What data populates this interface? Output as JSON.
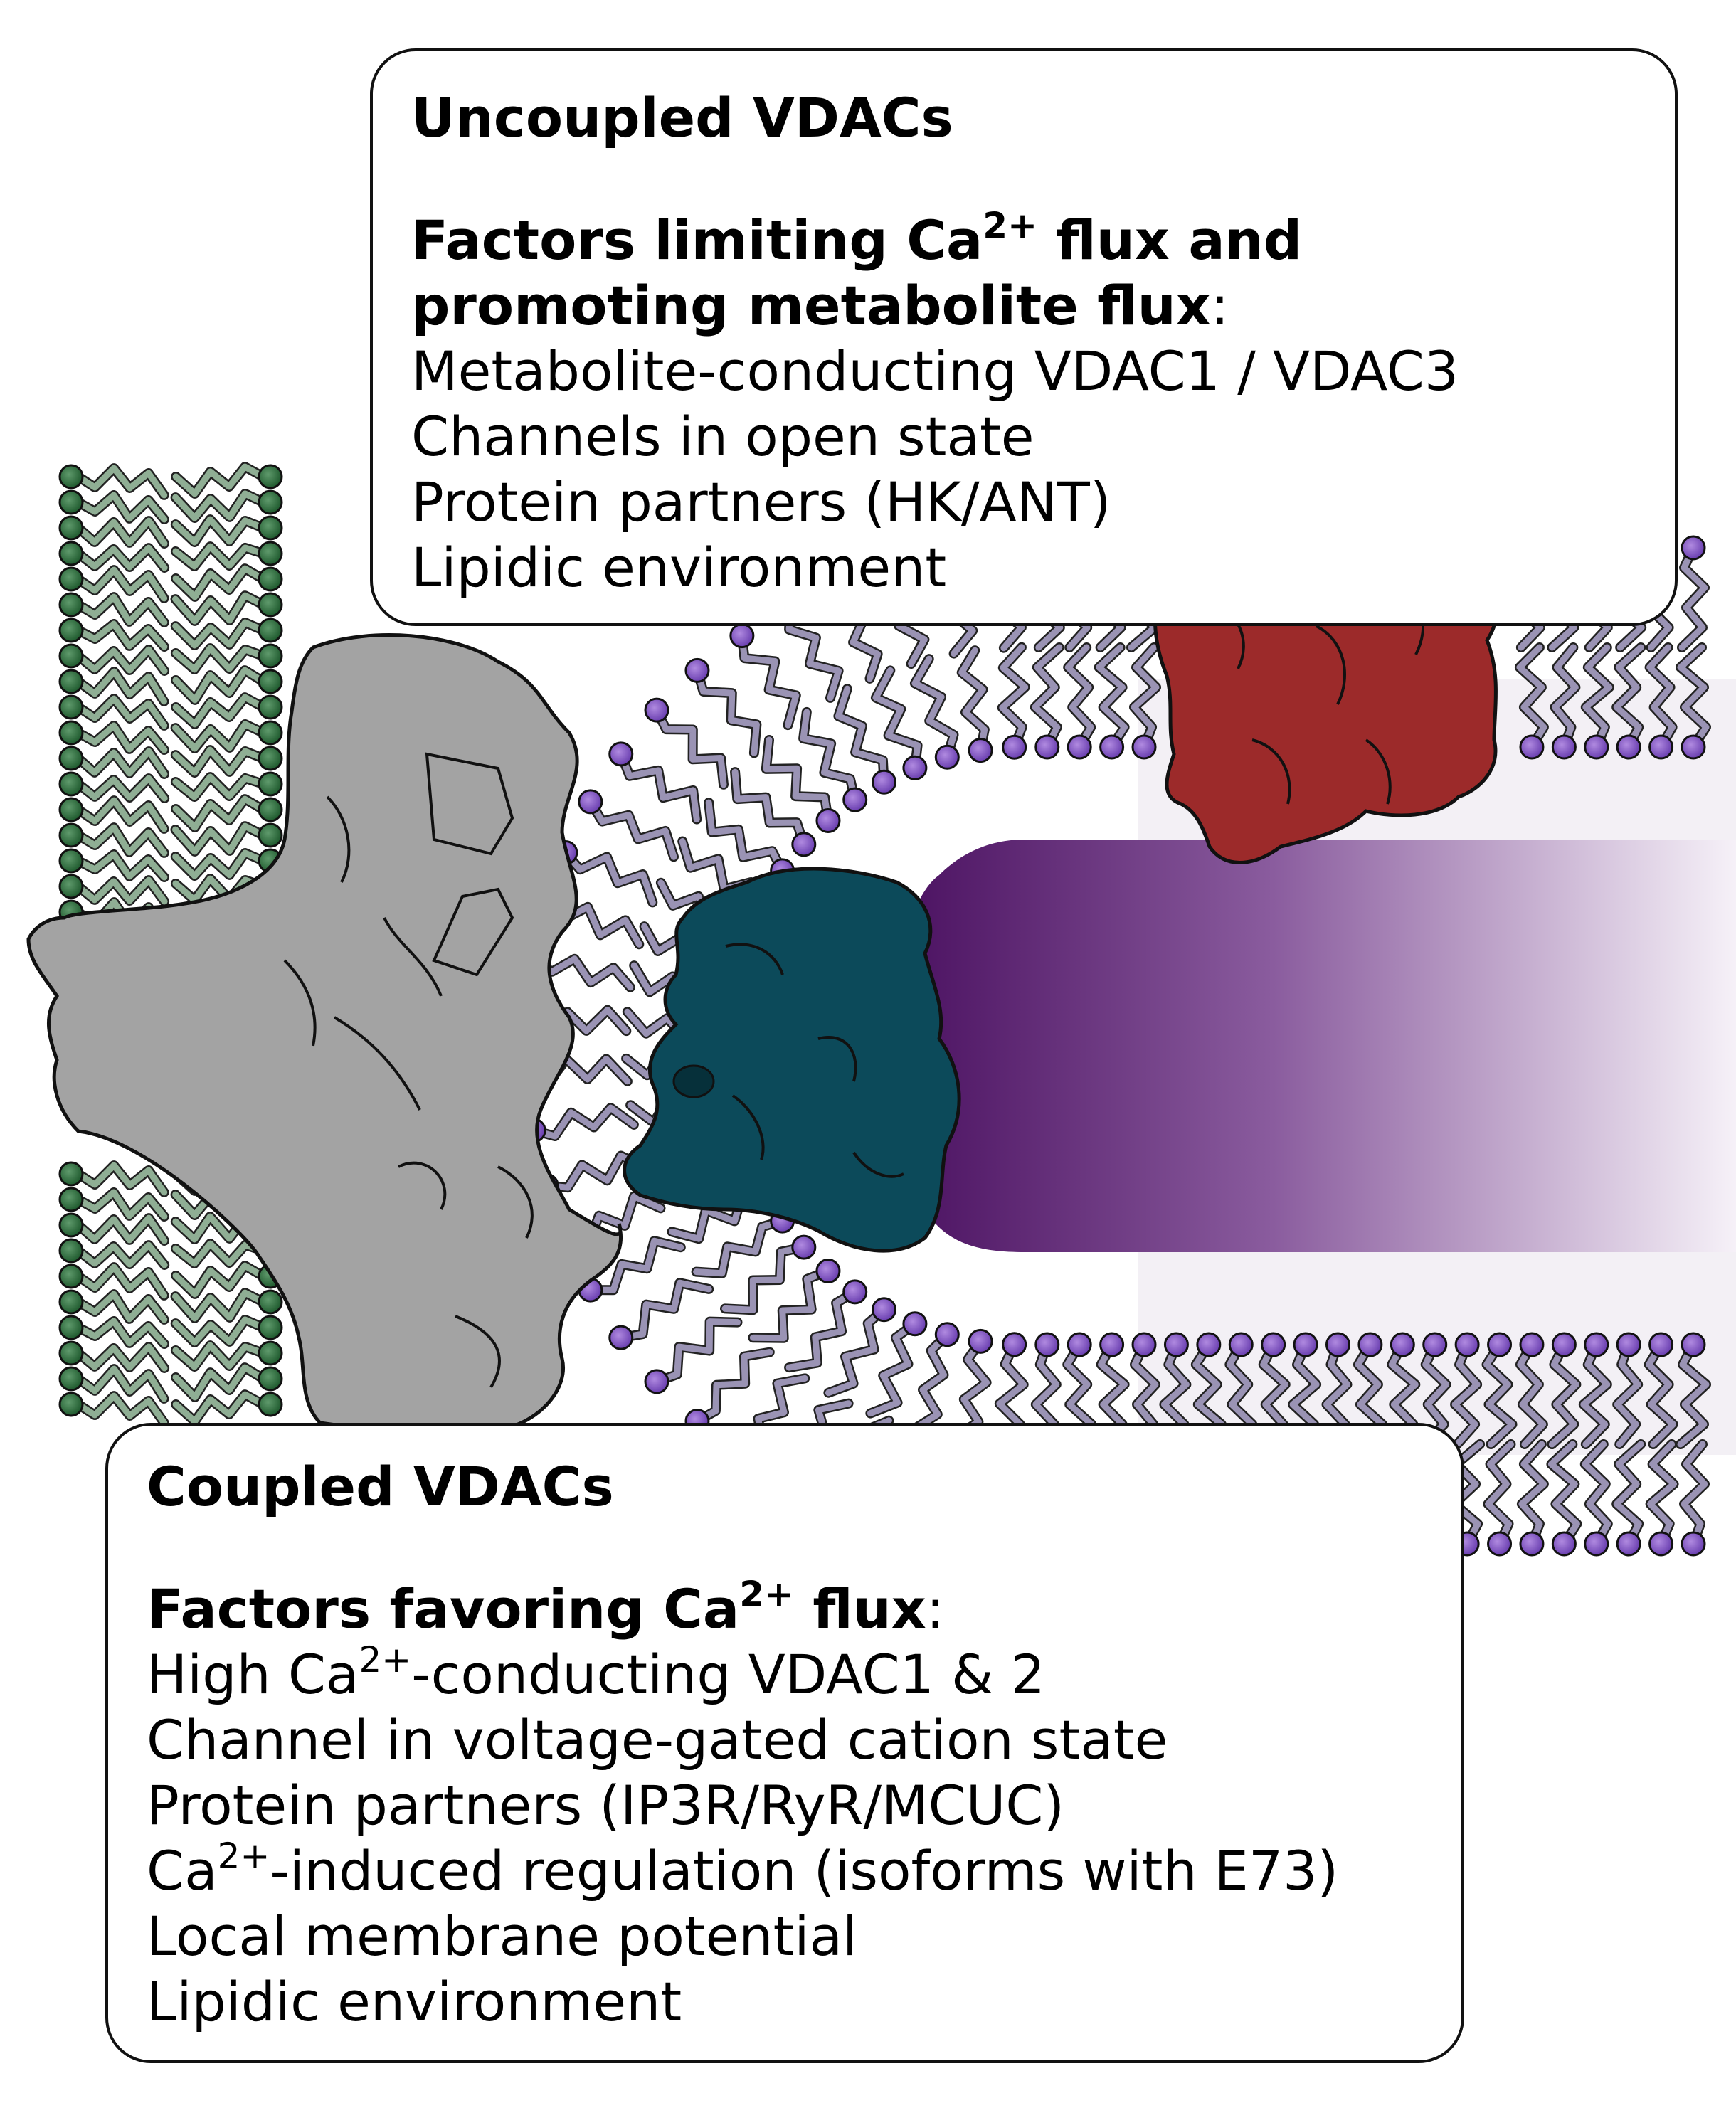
{
  "uncoupled": {
    "title": "Uncoupled VDACs",
    "heading_part1": "Factors limiting Ca",
    "heading_sup": "2+",
    "heading_part2": " flux and",
    "heading_line2": "promoting metabolite flux",
    "heading_colon": ":",
    "items": [
      "Metabolite-conducting VDAC1 / VDAC3",
      "Channels in open state",
      "Protein partners (HK/ANT)",
      "Lipidic environment"
    ]
  },
  "coupled": {
    "title": "Coupled VDACs",
    "heading_part1": "Factors favoring Ca",
    "heading_sup": "2+",
    "heading_part2": " flux",
    "heading_colon": ":",
    "item1_part1": "High Ca",
    "item1_sup": "2+",
    "item1_part2": "-conducting VDAC1 & 2",
    "item2": "Channel in voltage-gated cation state",
    "item3": "Protein partners (IP3R/RyR/MCUC)",
    "item4_part1": "Ca",
    "item4_sup": "2+",
    "item4_part2": "-induced regulation (isoforms with E73)",
    "item5": "Local membrane potential",
    "item6": "Lipidic environment"
  },
  "colors": {
    "er_lipid_head": "#2e6b3c",
    "er_lipid_tail": "#8fae94",
    "ryr_ip3r_protein": "#a0a0a0",
    "mito_lipid_head": "#7d4fbf",
    "mito_lipid_tail": "#9a93b4",
    "vdac_protein": "#0d4e5c",
    "mcu_protein": "#9c2a2a",
    "mito_gradient_start": "#5a1e6e",
    "mito_gradient_end": "#f4eff6"
  }
}
